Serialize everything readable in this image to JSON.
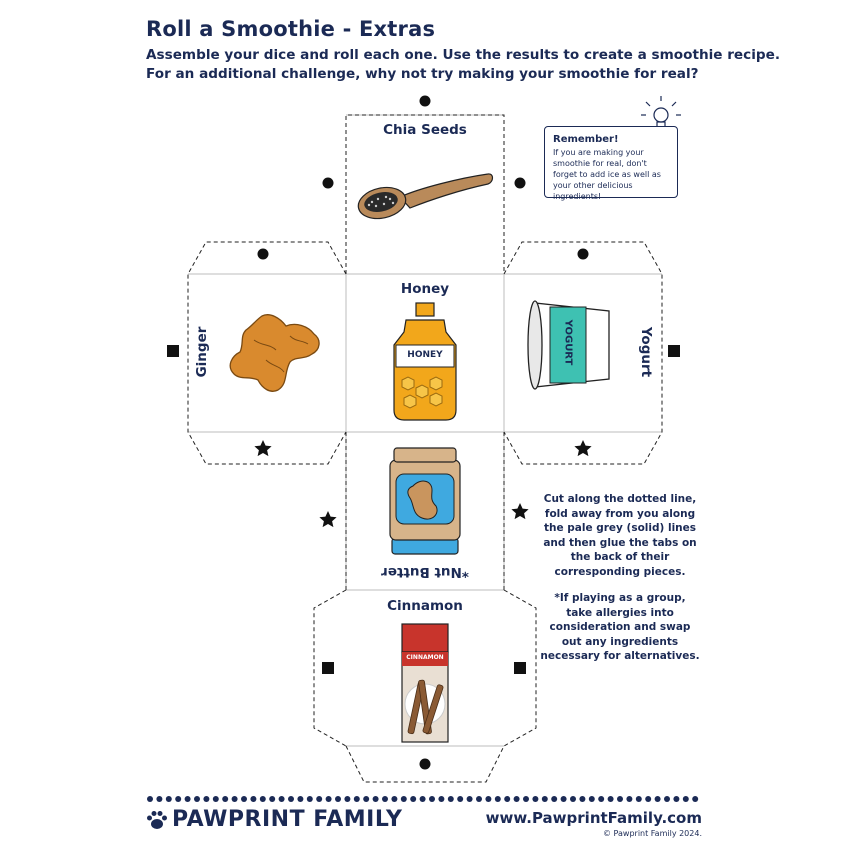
{
  "header": {
    "title": "Roll a Smoothie - Extras",
    "intro_line1": "Assemble your dice and roll each one. Use the results to create a smoothie recipe.",
    "intro_line2": "For an additional challenge, why not try making your smoothie for real?"
  },
  "faces": {
    "top": "Chia Seeds",
    "center": "Honey",
    "left": "Ginger",
    "right": "Yogurt",
    "middle": "*Nut Butter",
    "bottom": "Cinnamon"
  },
  "product_labels": {
    "honey": "HONEY",
    "yogurt": "YOGURT",
    "cinnamon": "CINNAMON"
  },
  "remember": {
    "title": "Remember!",
    "text": "If you are making your smoothie for real, don't forget to add ice as well as your other delicious ingredients!"
  },
  "instructions": {
    "para1": "Cut along the dotted line, fold away from you along the pale grey (solid) lines and then glue the tabs on the back of their corresponding pieces.",
    "para2": "*If playing as a group, take allergies into consideration and swap out any ingredients necessary for alternatives."
  },
  "footer": {
    "brand": "PAWPRINT FAMILY",
    "website": "www.PawprintFamily.com",
    "copyright": "© Pawprint Family 2024."
  },
  "colors": {
    "navy": "#1b2a55",
    "ginger": "#d98a2e",
    "honey": "#f2a71b",
    "yogurt_teal": "#3ec1b2",
    "nut_butter_blue": "#3fa9e0",
    "cinnamon_red": "#c8342c",
    "wood": "#b98a5a"
  }
}
